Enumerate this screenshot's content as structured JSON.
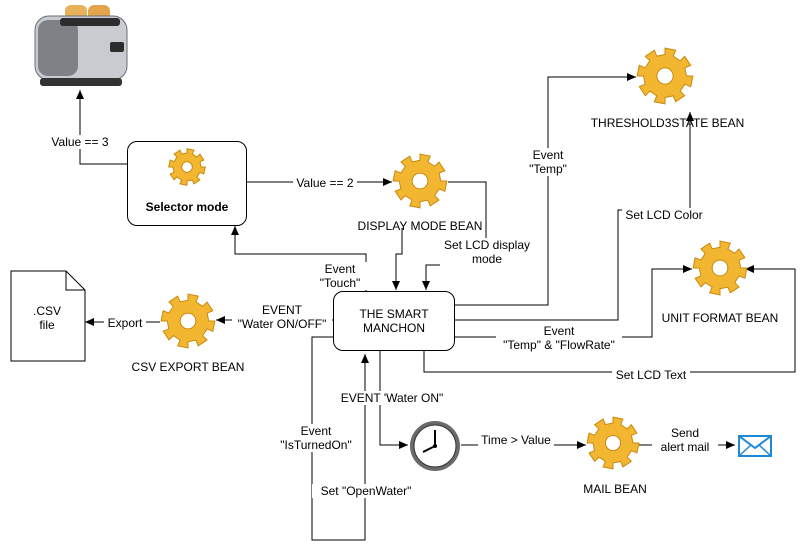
{
  "nodes": {
    "selector": "Selector mode",
    "display_mode": "DISPLAY MODE BEAN",
    "threshold": "THRESHOLD3STATE BEAN",
    "manchon": "THE SMART\nMANCHON",
    "unit_format": "UNIT FORMAT BEAN",
    "csv_export": "CSV EXPORT BEAN",
    "csv_file": ".CSV\nfile",
    "mail": "MAIL BEAN"
  },
  "edges": {
    "value3": "Value == 3",
    "value2": "Value == 2",
    "event_temp": "Event\n\"Temp\"",
    "set_lcd_color": "Set LCD Color",
    "set_lcd_display": "Set LCD display\nmode",
    "event_touch": "Event\n\"Touch\"",
    "event_water_onoff": "EVENT\n\"Water ON/OFF\"",
    "export": "Export",
    "event_temp_flowrate": "Event\n\"Temp\" & \"FlowRate\"",
    "set_lcd_text": "Set LCD Text",
    "event_water_on": "EVENT 'Water ON\"",
    "event_isturnedon": "Event\n\"IsTurnedOn\"",
    "time_value": "Time > Value",
    "send_alert": "Send\nalert mail",
    "set_openwater": "Set \"OpenWater\""
  },
  "icons": [
    "toaster-icon",
    "gear-icon",
    "clock-icon",
    "envelope-icon",
    "file-icon"
  ],
  "colors": {
    "gear": "#f2b630",
    "gear_hole": "#ffffff",
    "envelope": "#1e88d8",
    "toaster_body": "#c8ccd0"
  }
}
